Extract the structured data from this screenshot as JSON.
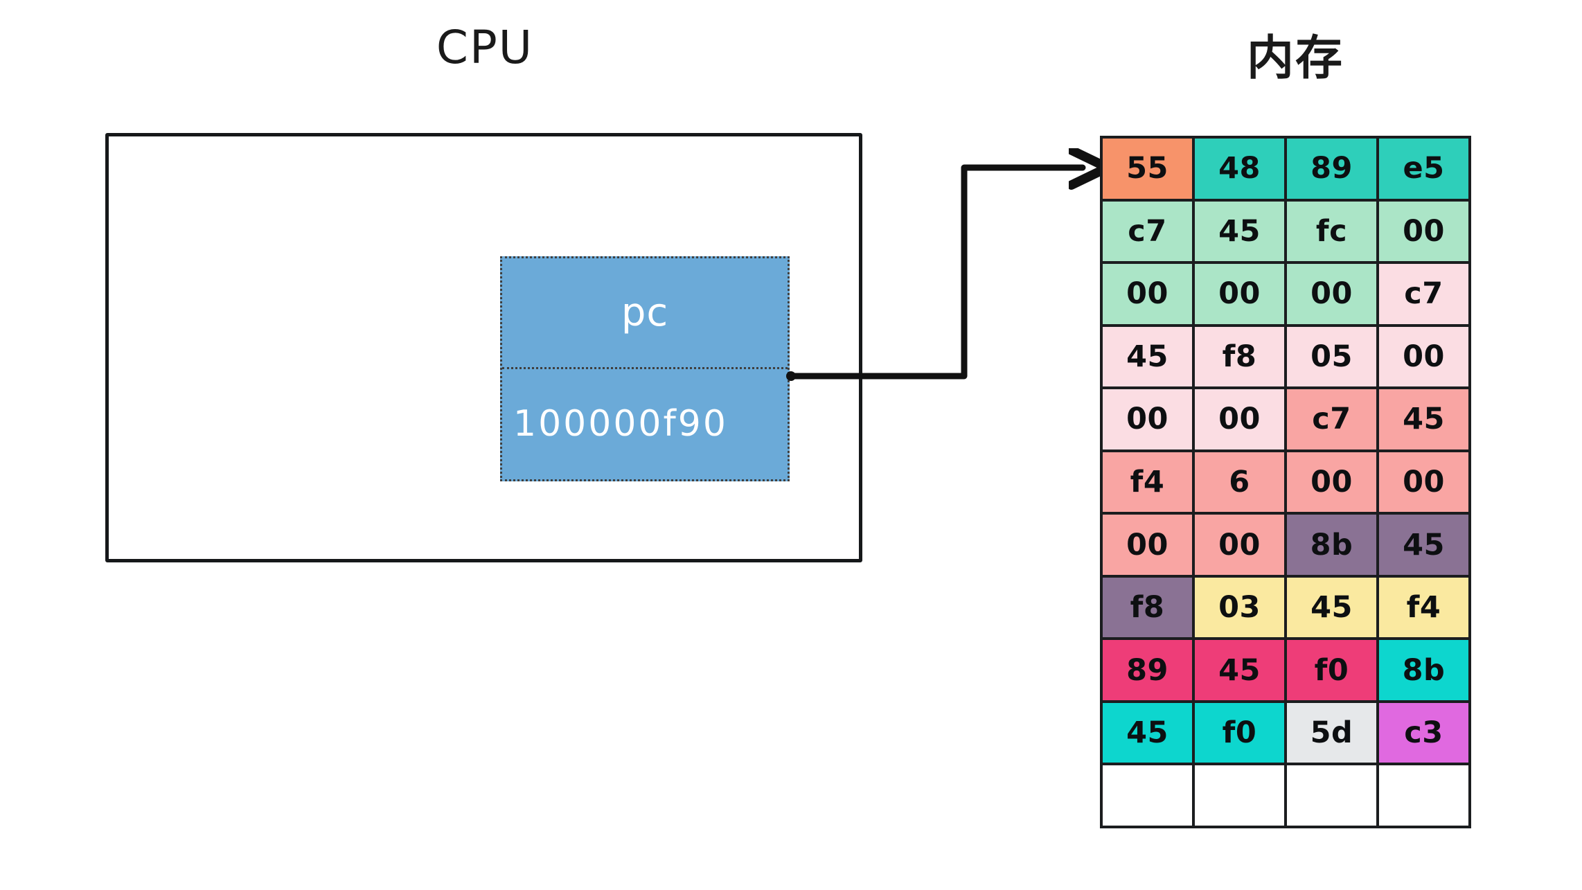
{
  "cpu": {
    "title": "CPU",
    "register": {
      "name": "pc",
      "value": "100000f90"
    }
  },
  "memory": {
    "title": "内存",
    "columns": 4,
    "rows": [
      [
        {
          "value": "55",
          "color": "#F7936A"
        },
        {
          "value": "48",
          "color": "#2ECFBA"
        },
        {
          "value": "89",
          "color": "#2ECFBA"
        },
        {
          "value": "e5",
          "color": "#2ECFBA"
        }
      ],
      [
        {
          "value": "c7",
          "color": "#ABE5C7"
        },
        {
          "value": "45",
          "color": "#ABE5C7"
        },
        {
          "value": "fc",
          "color": "#ABE5C7"
        },
        {
          "value": "00",
          "color": "#ABE5C7"
        }
      ],
      [
        {
          "value": "00",
          "color": "#ABE5C7"
        },
        {
          "value": "00",
          "color": "#ABE5C7"
        },
        {
          "value": "00",
          "color": "#ABE5C7"
        },
        {
          "value": "c7",
          "color": "#FBDDE3"
        }
      ],
      [
        {
          "value": "45",
          "color": "#FBDDE3"
        },
        {
          "value": "f8",
          "color": "#FBDDE3"
        },
        {
          "value": "05",
          "color": "#FBDDE3"
        },
        {
          "value": "00",
          "color": "#FBDDE3"
        }
      ],
      [
        {
          "value": "00",
          "color": "#FBDDE3"
        },
        {
          "value": "00",
          "color": "#FBDDE3"
        },
        {
          "value": "c7",
          "color": "#F9A5A3"
        },
        {
          "value": "45",
          "color": "#F9A5A3"
        }
      ],
      [
        {
          "value": "f4",
          "color": "#F9A5A3"
        },
        {
          "value": "6",
          "color": "#F9A5A3"
        },
        {
          "value": "00",
          "color": "#F9A5A3"
        },
        {
          "value": "00",
          "color": "#F9A5A3"
        }
      ],
      [
        {
          "value": "00",
          "color": "#F9A5A3"
        },
        {
          "value": "00",
          "color": "#F9A5A3"
        },
        {
          "value": "8b",
          "color": "#8A7294"
        },
        {
          "value": "45",
          "color": "#8A7294"
        }
      ],
      [
        {
          "value": "f8",
          "color": "#8A7294"
        },
        {
          "value": "03",
          "color": "#FAE9A0"
        },
        {
          "value": "45",
          "color": "#FAE9A0"
        },
        {
          "value": "f4",
          "color": "#FAE9A0"
        }
      ],
      [
        {
          "value": "89",
          "color": "#EE3D78"
        },
        {
          "value": "45",
          "color": "#EE3D78"
        },
        {
          "value": "f0",
          "color": "#EE3D78"
        },
        {
          "value": "8b",
          "color": "#0DD6CE"
        }
      ],
      [
        {
          "value": "45",
          "color": "#0DD6CE"
        },
        {
          "value": "f0",
          "color": "#0DD6CE"
        },
        {
          "value": "5d",
          "color": "#E6E8EA"
        },
        {
          "value": "c3",
          "color": "#E069E0"
        }
      ],
      [
        {
          "value": "",
          "color": "#FFFFFF"
        },
        {
          "value": "",
          "color": "#FFFFFF"
        },
        {
          "value": "",
          "color": "#FFFFFF"
        },
        {
          "value": "",
          "color": "#FFFFFF"
        }
      ]
    ]
  },
  "connector": {
    "label": "pc-points-to-memory-arrow",
    "color": "#111111"
  }
}
